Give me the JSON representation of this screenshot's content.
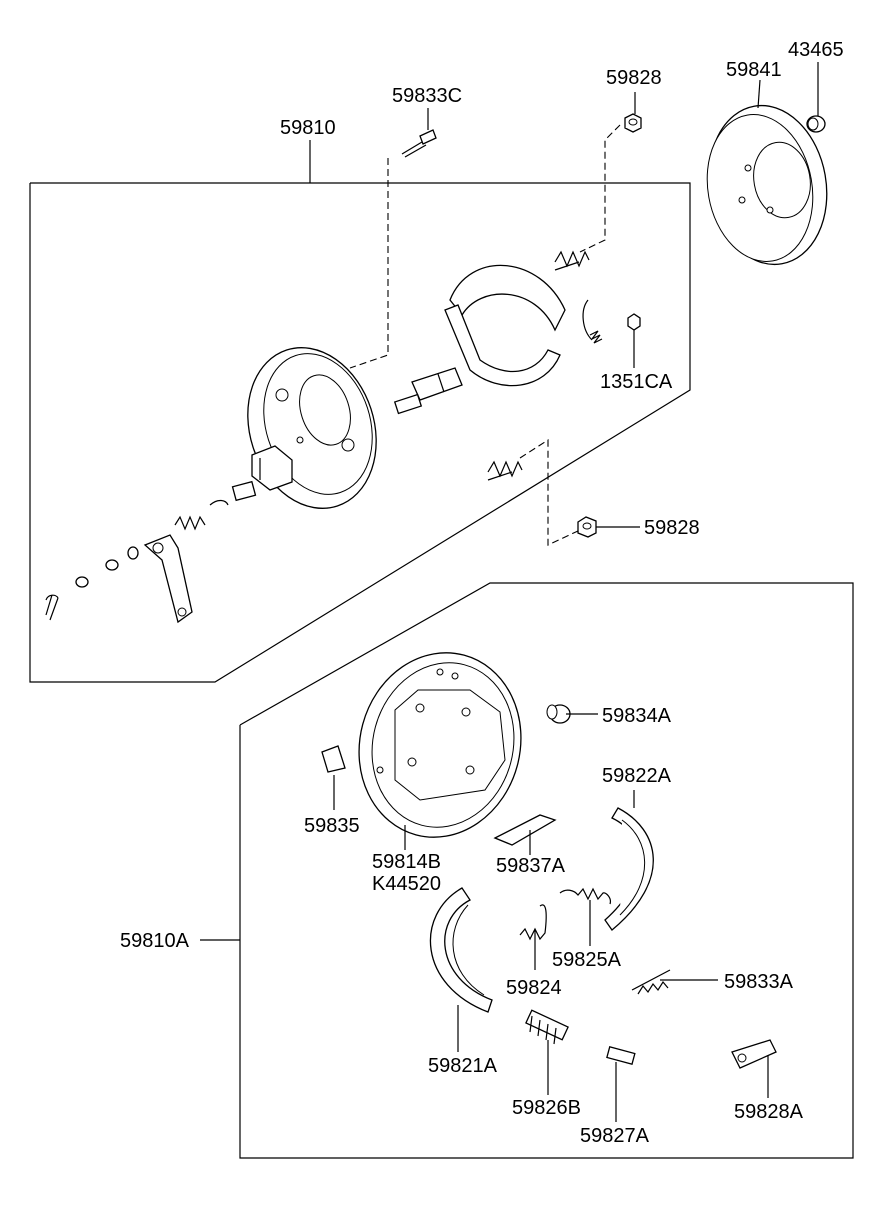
{
  "labels": {
    "p43465": "43465",
    "p59841": "59841",
    "p59828_top": "59828",
    "p59833C": "59833C",
    "p59810": "59810",
    "p1351CA": "1351CA",
    "p59828_mid": "59828",
    "p59834A": "59834A",
    "p59822A": "59822A",
    "p59835": "59835",
    "p59814B": "59814B",
    "pK44520": "K44520",
    "p59837A": "59837A",
    "p59810A": "59810A",
    "p59825A": "59825A",
    "p59824": "59824",
    "p59833A": "59833A",
    "p59821A": "59821A",
    "p59826B": "59826B",
    "p59827A": "59827A",
    "p59828A": "59828A"
  }
}
